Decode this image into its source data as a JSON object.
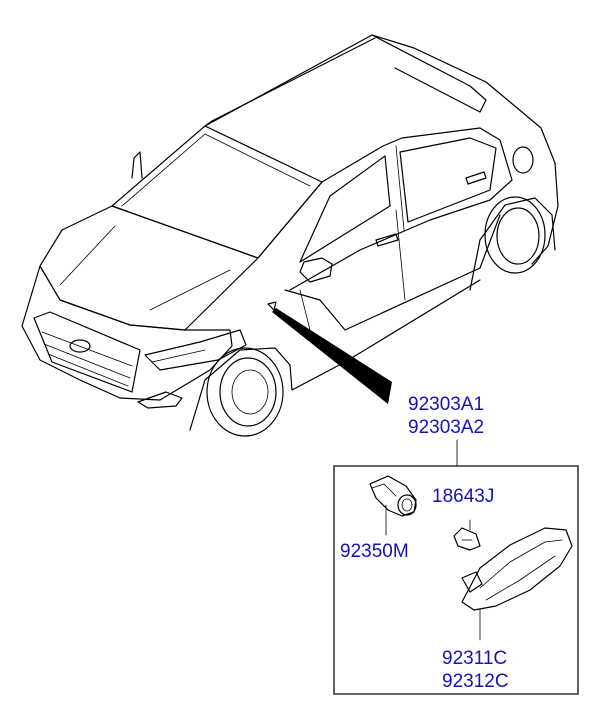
{
  "labels": {
    "assembly_1": "92303A1",
    "assembly_2": "92303A2",
    "bulb": "18643J",
    "socket": "92350M",
    "lamp_1": "92311C",
    "lamp_2": "92312C"
  },
  "colors": {
    "label": "#1414b4",
    "line": "#000000",
    "background": "#ffffff"
  }
}
